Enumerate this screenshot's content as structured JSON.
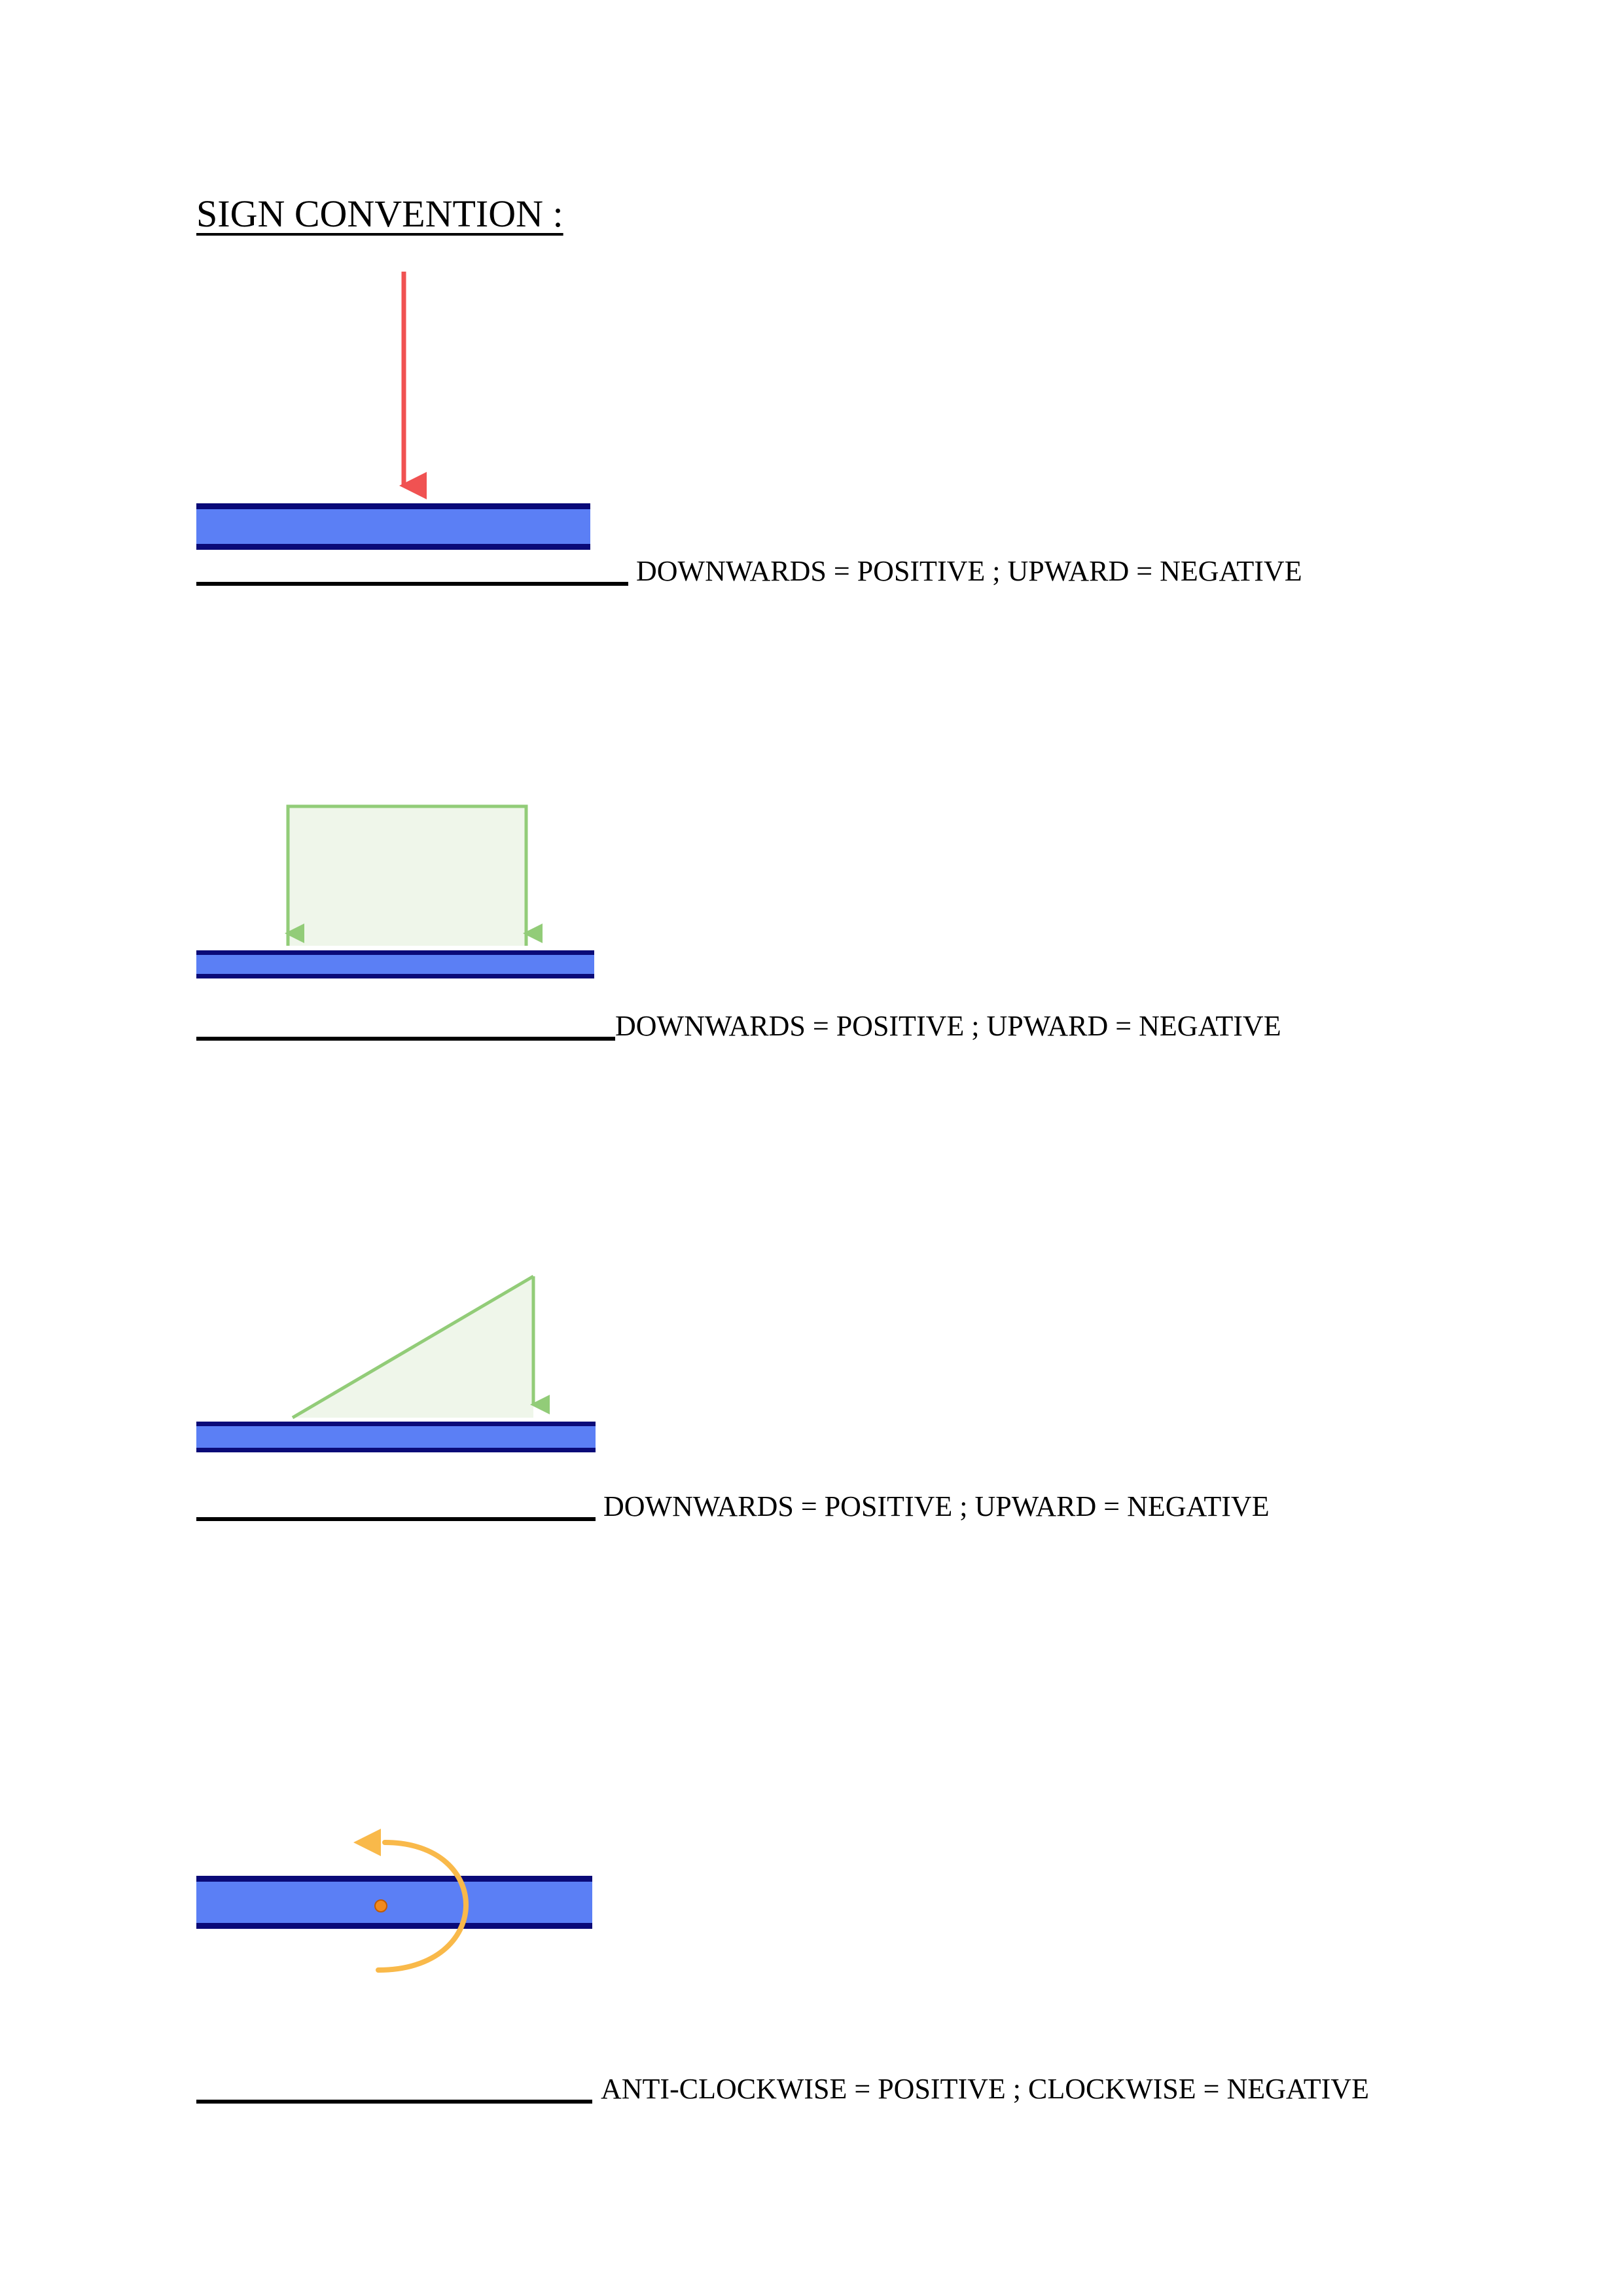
{
  "page": {
    "title": "SIGN CONVENTION :"
  },
  "conventions": [
    {
      "icon": "point-load-arrow",
      "label": "DOWNWARDS = POSITIVE ; UPWARD = NEGATIVE"
    },
    {
      "icon": "uniform-distributed-load",
      "label": "DOWNWARDS = POSITIVE ; UPWARD = NEGATIVE"
    },
    {
      "icon": "triangular-distributed-load",
      "label": "DOWNWARDS = POSITIVE ; UPWARD = NEGATIVE"
    },
    {
      "icon": "moment-arrow",
      "label": "ANTI-CLOCKWISE = POSITIVE ; CLOCKWISE = NEGATIVE"
    }
  ],
  "colors": {
    "beam_fill": "#5b7ff5",
    "beam_edge": "#0a0a78",
    "point_load": "#f05252",
    "distributed_load": "#92cc78",
    "distributed_fill": "#eff6ea",
    "moment": "#f9b94a",
    "moment_center": "#f28a1c"
  }
}
